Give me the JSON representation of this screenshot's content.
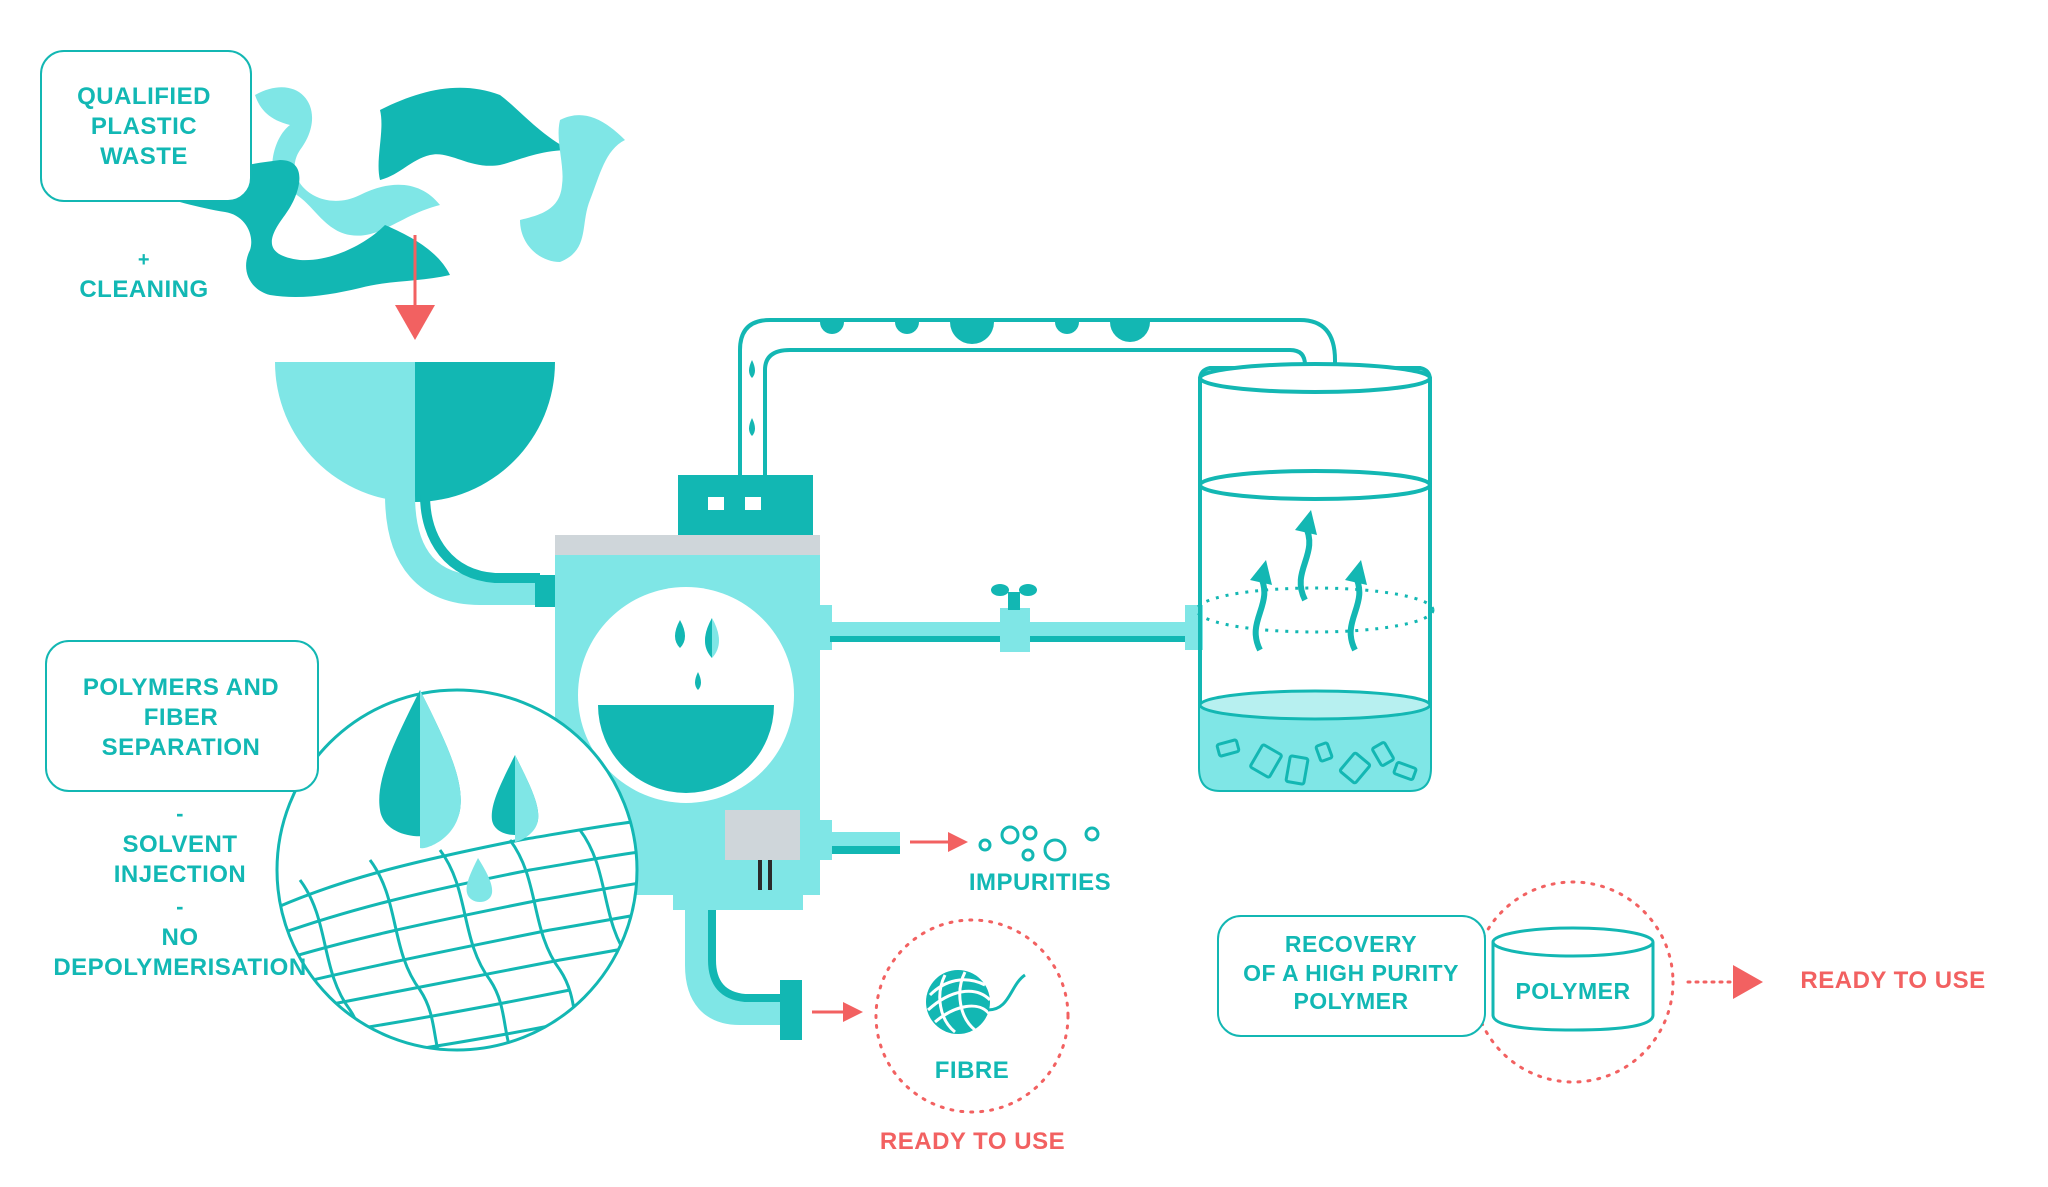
{
  "colors": {
    "teal": "#13b7b3",
    "teal_dark": "#0eb1ae",
    "teal_light": "#7fe6e6",
    "teal_pale": "#b7f0f0",
    "coral": "#f26161",
    "grey": "#cfd6da"
  },
  "labels": {
    "waste": "QUALIFIED\nPLASTIC\nWASTE",
    "cleaning_plus": "+",
    "cleaning": "CLEANING",
    "separation": "POLYMERS AND\nFIBER\nSEPARATION",
    "dash1": "-",
    "solvent": "SOLVENT\nINJECTION",
    "dash2": "-",
    "no_depoly": "NO\nDEPOLYMERISATION",
    "impurities": "IMPURITIES",
    "fibre": "FIBRE",
    "fibre_ready": "READY TO USE",
    "recovery": "RECOVERY\nOF A HIGH PURITY\nPOLYMER",
    "polymer": "POLYMER",
    "polymer_ready": "READY TO USE"
  }
}
